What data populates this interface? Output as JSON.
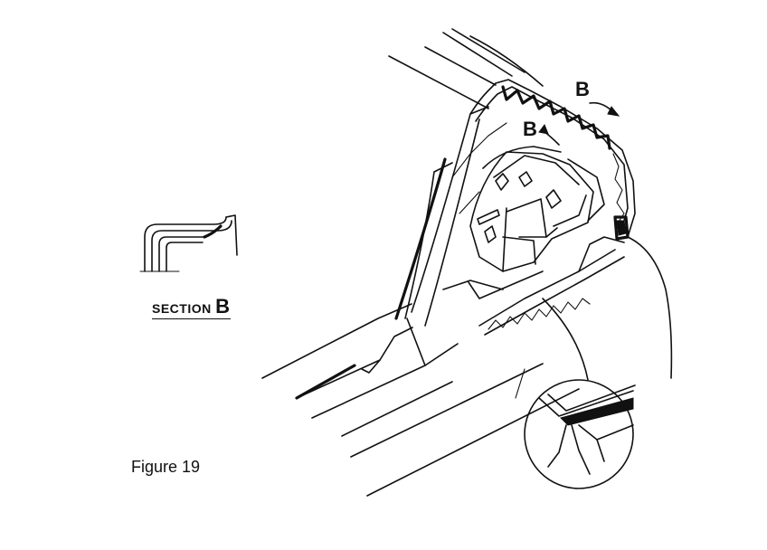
{
  "figure": {
    "caption": "Figure 19"
  },
  "section_label": {
    "prefix": "SECTION",
    "letter": "B"
  },
  "callouts": {
    "upper": "B",
    "lower": "B"
  }
}
